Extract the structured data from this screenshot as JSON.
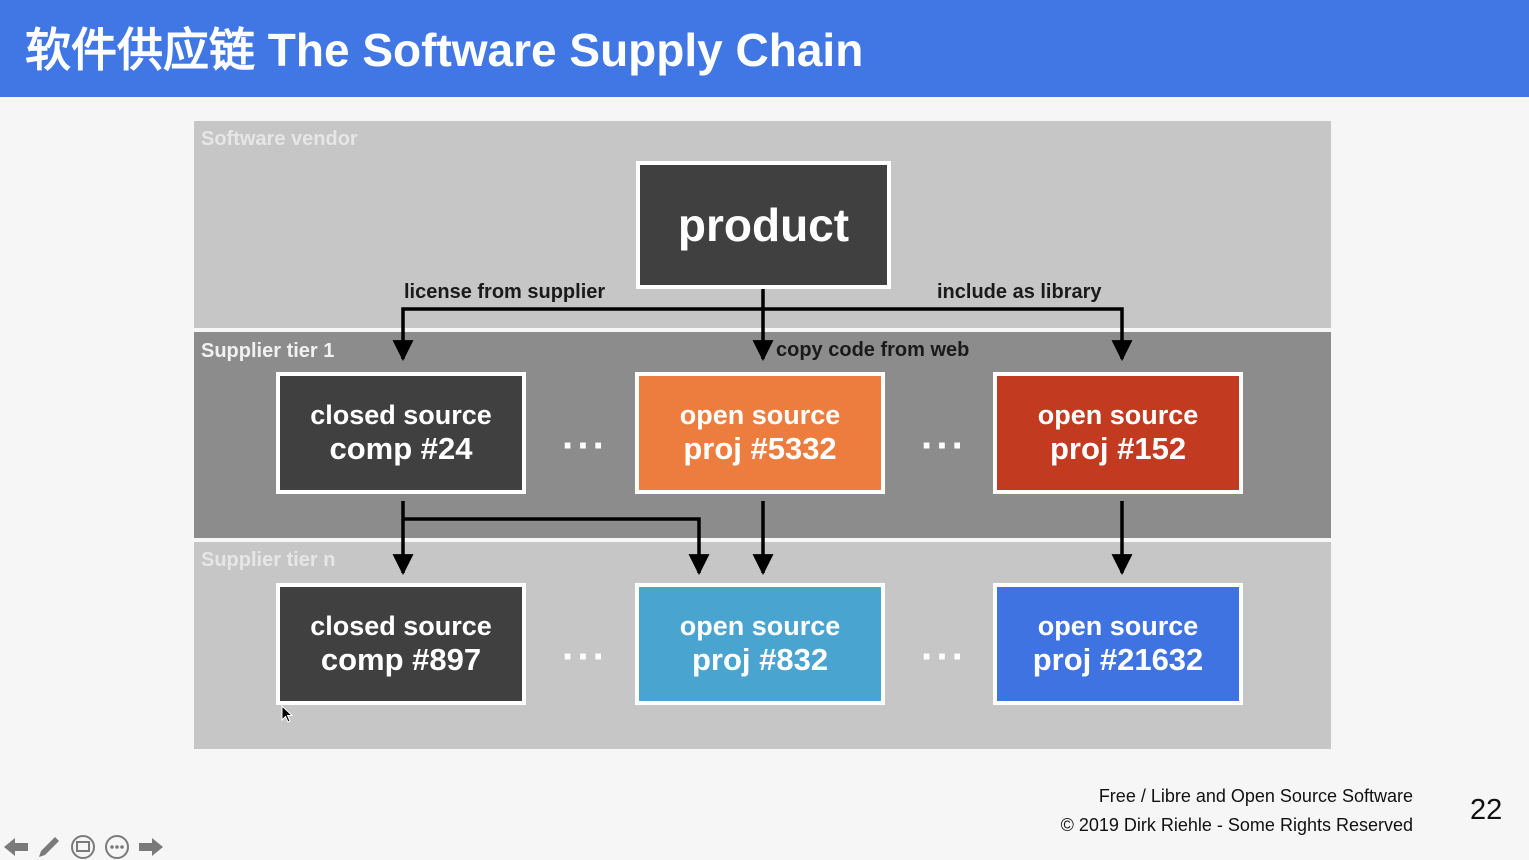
{
  "slide": {
    "title": "软件供应链 The Software Supply Chain",
    "page_number": "22",
    "footer": {
      "line1": "Free / Libre and Open Source Software",
      "line2": "© 2019 Dirk Riehle - Some Rights Reserved"
    }
  },
  "diagram": {
    "tiers": {
      "vendor": "Software vendor",
      "tier1": "Supplier tier 1",
      "tiern": "Supplier tier n"
    },
    "product": "product",
    "edge_labels": {
      "license": "license from supplier",
      "include": "include as library",
      "copy": "copy code from web"
    },
    "ellipsis": "···",
    "tier1_boxes": [
      {
        "line1": "closed source",
        "line2": "comp #24",
        "color": "#404040"
      },
      {
        "line1": "open source",
        "line2": "proj #5332",
        "color": "#ec7d3f"
      },
      {
        "line1": "open source",
        "line2": "proj #152",
        "color": "#c23b21"
      }
    ],
    "tiern_boxes": [
      {
        "line1": "closed source",
        "line2": "comp #897",
        "color": "#404040"
      },
      {
        "line1": "open source",
        "line2": "proj #832",
        "color": "#4aa4d0"
      },
      {
        "line1": "open source",
        "line2": "proj #21632",
        "color": "#3f73e2"
      }
    ]
  },
  "colors": {
    "title_bar": "#4177e4",
    "product_box": "#404040",
    "tier_light": "#c6c6c6",
    "tier_dark": "#8c8c8c"
  },
  "nav_icons": [
    "arrow-left-icon",
    "pen-icon",
    "slides-icon",
    "more-icon",
    "arrow-right-icon"
  ]
}
